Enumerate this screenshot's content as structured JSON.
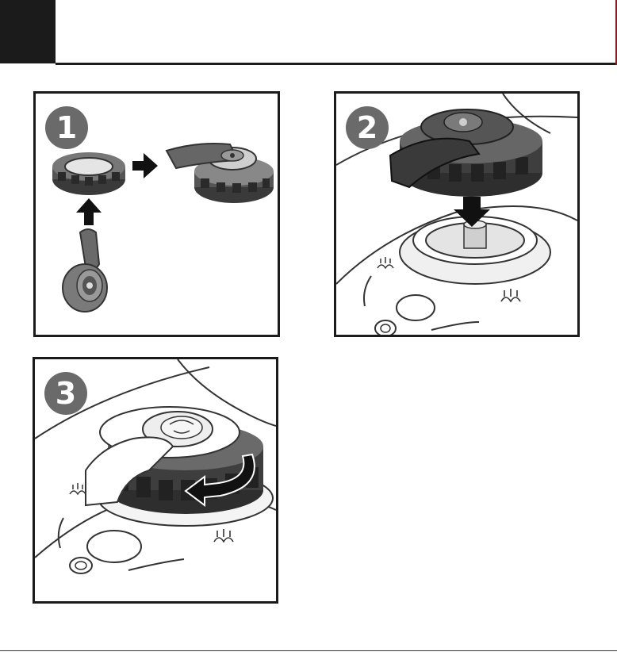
{
  "steps": [
    {
      "number": "1"
    },
    {
      "number": "2"
    },
    {
      "number": "3"
    }
  ],
  "icons": [
    "arrow-right-icon",
    "arrow-up-icon",
    "arrow-down-icon",
    "rotate-arrow-icon",
    "steam-symbol-icon"
  ],
  "colors": {
    "frame": "#1b1b1b",
    "badge": "#6a6a6a",
    "part_dark": "#3a3a3a",
    "part_mid": "#7a7a7a",
    "part_light": "#d9d9d9",
    "accent_edge": "#8a1d1d"
  }
}
